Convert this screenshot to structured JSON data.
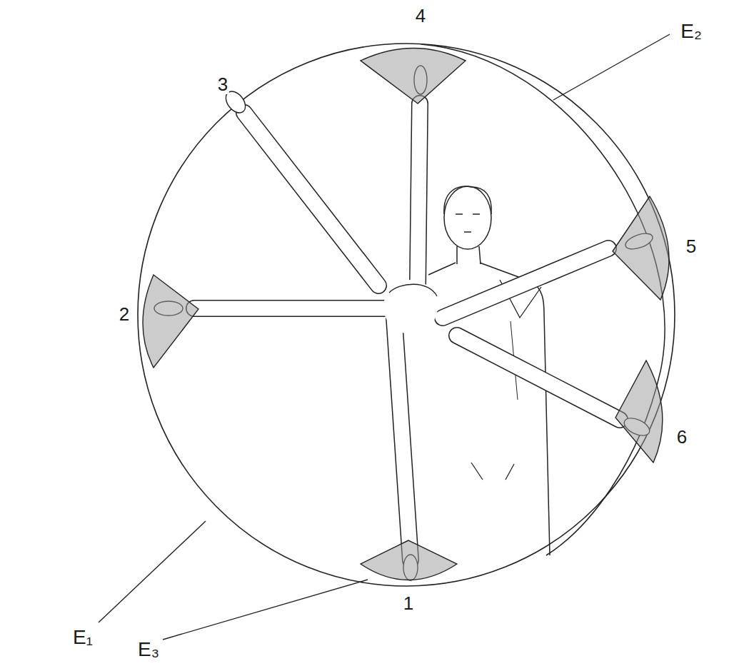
{
  "diagram": {
    "labels": [
      "4",
      "3",
      "E₂",
      "2",
      "5",
      "6",
      "E₁",
      "1",
      "E₃"
    ]
  }
}
